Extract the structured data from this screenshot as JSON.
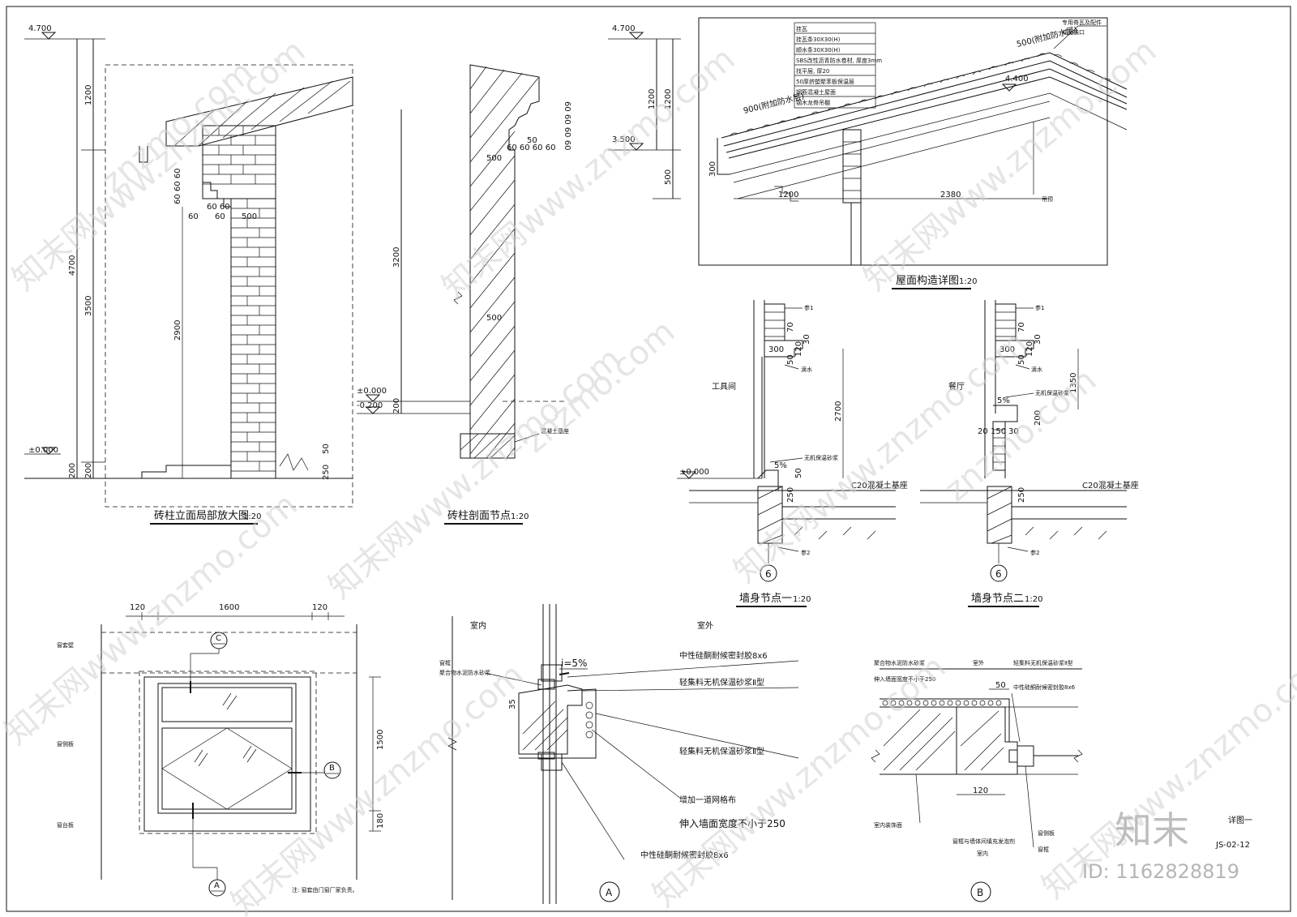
{
  "drawing": {
    "detail1_title": "砖柱立面局部放大图",
    "detail1_scale": "1:20",
    "detail2_title": "砖柱剖面节点",
    "detail2_scale": "1:20",
    "detail3_title": "屋面构造详图",
    "detail3_scale": "1:20",
    "detail4_title": "墙身节点一",
    "detail4_scale": "1:20",
    "detail5_title": "墙身节点二",
    "detail5_scale": "1:20",
    "corner_label": "详图一",
    "sheet_no": "JS-02-12"
  },
  "elevations": {
    "e4700": "4.700",
    "e3500": "3.500",
    "e4400": "4.400",
    "e0": "±0.000",
    "em200": "-0.200"
  },
  "dims_d1": {
    "d1200": "1200",
    "d4700": "4700",
    "d3500": "3500",
    "d2900": "2900",
    "d200a": "200",
    "d200b": "200",
    "d500": "500",
    "d60s": "60 60 60",
    "d6060": "60 60",
    "d60": "60",
    "d60b": "60",
    "d250": "250",
    "d50": "50"
  },
  "dims_d2": {
    "d3200": "3200",
    "d200": "200",
    "d500a": "500",
    "d500b": "500",
    "d60v": "60 60 60 60",
    "d60h": "60 60 60 60",
    "d50": "50",
    "note": "混凝土基座"
  },
  "roof": {
    "d1200": "1200",
    "d500": "500",
    "d2380": "2380",
    "d1200b": "1200",
    "d300": "300",
    "anno900": "900(附加防水层)",
    "anno500": "500(附加防水层)",
    "legend": [
      "挂瓦",
      "挂瓦条30X30(H)",
      "顺水条30X30(H)",
      "SBS改性沥青防水卷材, 厚度3mm",
      "找平层, 厚20",
      "50厚挤塑聚苯板保温层",
      "钢筋混凝土屋面",
      "钢木龙骨吊棚"
    ],
    "right_notes": [
      "专用脊瓦及配件",
      "成品檐口"
    ],
    "label_ceiling": "吊顶"
  },
  "wall1": {
    "room": "工具间",
    "note_top": "参1",
    "note_mortar": "无机保温砂浆",
    "note_base": "C20混凝土基座",
    "note_bottom": "参2",
    "note_drip": "滴水",
    "d70": "70",
    "d300": "300",
    "d120": "120",
    "d30": "30",
    "d50": "50",
    "d2700": "2700",
    "d5pct": "5%",
    "d50b": "50",
    "d250": "250",
    "axis": "6"
  },
  "wall2": {
    "room": "餐厅",
    "note_top": "参1",
    "note_mortar": "无机保温砂浆",
    "note_base": "C20混凝土基座",
    "note_bottom": "参2",
    "note_drip": "滴水",
    "d70": "70",
    "d300": "300",
    "d120": "120",
    "d30": "30",
    "d50": "50",
    "d1350": "1350",
    "d200": "200",
    "d20": "20",
    "d150": "150",
    "d30b": "30",
    "d5pct": "5%",
    "d250": "250",
    "axis": "6"
  },
  "window": {
    "d120a": "120",
    "d1600": "1600",
    "d120b": "120",
    "d1500": "1500",
    "d180": "180",
    "label_c": "C",
    "label_b": "B",
    "label_a": "A",
    "note_head": "窗套壁",
    "note_side": "窗侧板",
    "note_sill": "窗台板",
    "note_bottom": "注: 窗套由门窗厂家负责。"
  },
  "detailA": {
    "room_in": "室内",
    "room_out": "室外",
    "slope": "i=5%",
    "d35": "35",
    "label_frame": "窗框",
    "label_seal": "聚合物水泥防水砂浆",
    "callouts": [
      "中性硅酮耐候密封胶8x6",
      "轻集料无机保温砂浆Ⅱ型",
      "轻集料无机保温砂浆Ⅱ型",
      "增加一道网格布",
      "伸入墙面宽度不小于250",
      "中性硅酮耐候密封胶8x6"
    ],
    "circle": "A"
  },
  "detailB": {
    "room_out": "室外",
    "room_in": "室内",
    "d50": "50",
    "d120": "120",
    "notes": [
      "聚合物水泥防水砂浆",
      "伸入墙面宽度不小于250",
      "轻集料无机保温砂浆Ⅱ型",
      "中性硅酮耐候密封胶8x6",
      "窗框",
      "窗侧板",
      "室内装饰面",
      "窗框与墙体间填充发泡剂"
    ],
    "circle": "B"
  },
  "watermark": {
    "text": "znzmo.com",
    "text2": "知末网www.znzmo.com",
    "logo": "知末",
    "id": "ID: 1162828819"
  }
}
